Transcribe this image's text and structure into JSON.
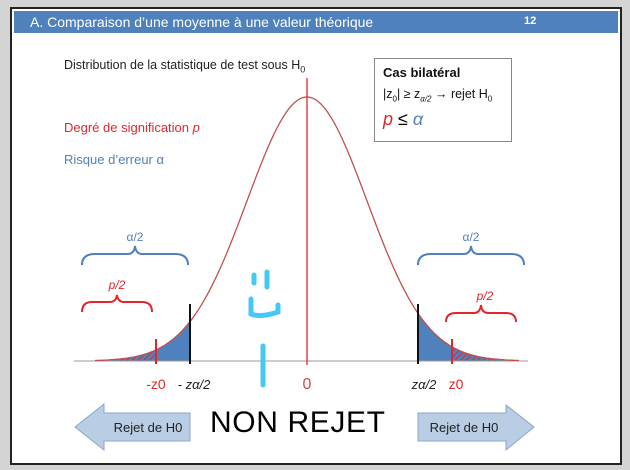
{
  "header": {
    "title": "A. Comparaison d’une moyenne à une valeur théorique",
    "page_number": "12"
  },
  "subtitle": "Distribution de la statistique de test sous H",
  "subtitle_sub": "0",
  "legend": {
    "degre": "Degré de signification ",
    "degre_var": "p",
    "risque": "Risque d’erreur α"
  },
  "box": {
    "title": "Cas bilatéral",
    "rule_a": "|z",
    "rule_b": "0",
    "rule_c": "| ≥ z",
    "rule_d": "α/2",
    "rule_e": " → rejet H",
    "rule_f": "0",
    "p": "p",
    "le": " ≤ ",
    "alpha": "α"
  },
  "braces": {
    "alpha_half_left": "α/2",
    "alpha_half_right": "α/2",
    "p_half_left": "p/2",
    "p_half_right": "p/2"
  },
  "axis_labels": {
    "minus_z0": "-z0",
    "minus_z_crit": "- zα/2",
    "zero": "0",
    "z_crit": "zα/2",
    "z0": "z0"
  },
  "arrows": {
    "left": "Rejet de H0",
    "right": "Rejet de H0"
  },
  "annotation": {
    "handwritten": "NON REJET"
  },
  "colors": {
    "header": "#4f81bd",
    "red": "#e3262b",
    "blue": "#4f81bd",
    "curve": "#c0504d",
    "arrow_fill": "#b9cde5",
    "smiley": "#44c8f5"
  }
}
